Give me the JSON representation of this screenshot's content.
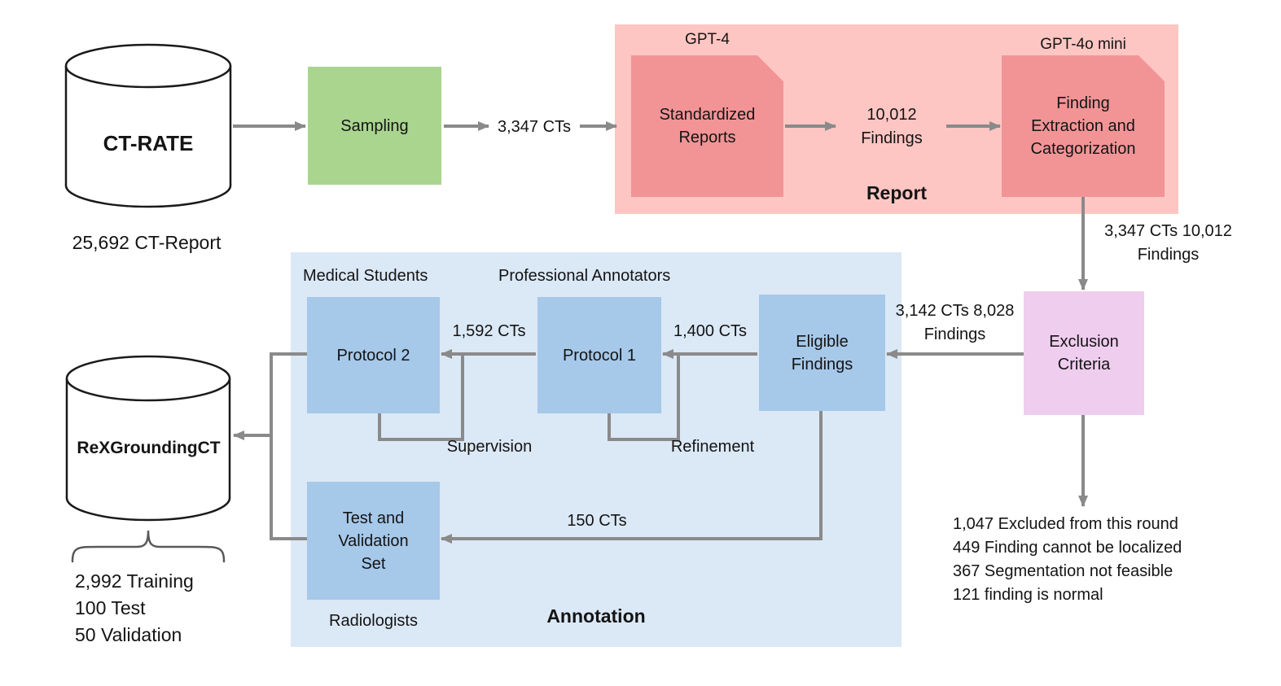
{
  "colors": {
    "green_box": "#a9d58f",
    "report_region": "#fec6c3",
    "report_doc": "#f29496",
    "exclusion_box": "#efcdee",
    "annotation_region": "#dbe8f6",
    "annotation_box": "#a6c8e9",
    "arrow": "#8a8a8a",
    "text": "#141414"
  },
  "source": {
    "title": "CT-RATE",
    "caption": "25,692 CT-Report"
  },
  "sampling": {
    "label": "Sampling"
  },
  "flow": {
    "cts_sampled": "3,347 CTs",
    "findings_mid": "10,012\nFindings",
    "to_exclusion": "3,347 CTs\n10,012 Findings",
    "to_eligible": "3,142 CTs\n8,028 Findings",
    "cts_1592": "1,592 CTs",
    "cts_1400": "1,400 CTs",
    "cts_150": "150 CTs"
  },
  "report": {
    "title": "Report",
    "gpt4": "GPT-4",
    "gpt4o": "GPT-4o mini",
    "standardized": "Standardized\nReports",
    "extraction": "Finding\nExtraction and\nCategorization"
  },
  "exclusion": {
    "box_label": "Exclusion\nCriteria",
    "items": [
      "1,047 Excluded from this round",
      "449 Finding cannot be localized",
      "367 Segmentation not feasible",
      "121 finding is normal"
    ]
  },
  "annotation": {
    "title": "Annotation",
    "medical_students": "Medical Students",
    "professional_annotators": "Professional Annotators",
    "protocol2": "Protocol 2",
    "protocol1": "Protocol 1",
    "eligible": "Eligible\nFindings",
    "supervision": "Supervision",
    "refinement": "Refinement",
    "test_set": "Test and\nValidation\nSet",
    "radiologists": "Radiologists"
  },
  "output": {
    "title": "ReXGroundingCT",
    "splits": [
      "2,992 Training",
      "100 Test",
      "50 Validation"
    ]
  }
}
